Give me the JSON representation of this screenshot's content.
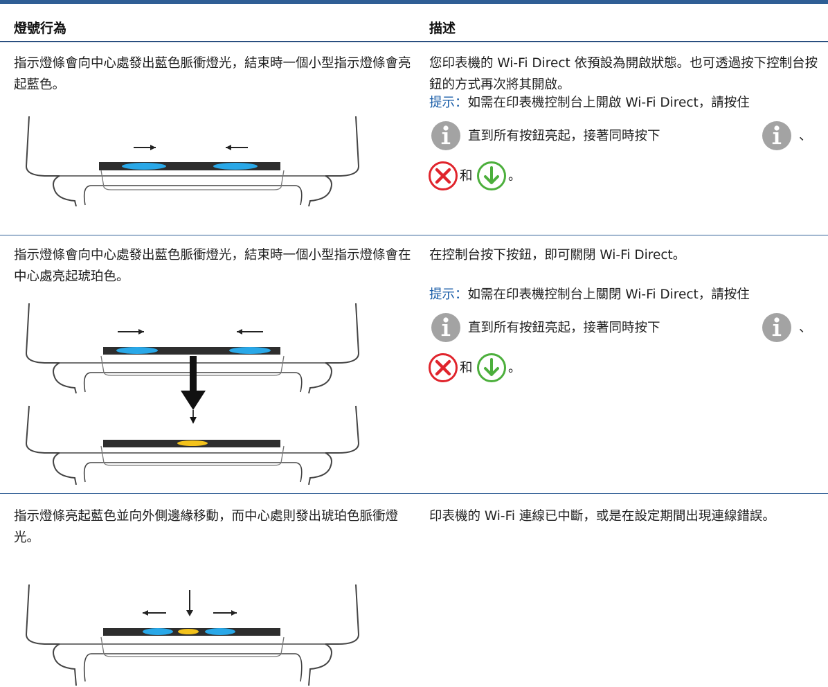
{
  "table": {
    "header_left": "燈號行為",
    "header_right": "描述"
  },
  "rows": [
    {
      "behavior": "指示燈條會向中心處發出藍色脈衝燈光，結束時一個小型指示燈條會亮起藍色。",
      "description": "您印表機的 Wi-Fi Direct 依預設為開啟狀態。也可透過按下控制台按鈕的方式再次將其開啟。",
      "tip_label": "提示：",
      "tip_text": "如需在印表機控制台上開啟 Wi-Fi Direct，請按住",
      "tip_mid": "直到所有按鈕亮起，接著同時按下",
      "tip_comma": "、",
      "tip_and": "和",
      "tip_end": "。"
    },
    {
      "behavior": "指示燈條會向中心處發出藍色脈衝燈光，結束時一個小型指示燈條會在中心處亮起琥珀色。",
      "description": "在控制台按下按鈕，即可關閉 Wi-Fi Direct。",
      "tip_label": "提示：",
      "tip_text": "如需在印表機控制台上關閉 Wi-Fi Direct，請按住",
      "tip_mid": "直到所有按鈕亮起，接著同時按下",
      "tip_comma": "、",
      "tip_and": "和",
      "tip_end": "。"
    },
    {
      "behavior": "指示燈條亮起藍色並向外側邊緣移動，而中心處則發出琥珀色脈衝燈光。",
      "description": "印表機的 Wi-Fi 連線已中斷，或是在設定期間出現連線錯誤。"
    }
  ],
  "icons": {
    "info": "info-icon",
    "cancel": "cancel-icon",
    "resume": "resume-arrow-icon"
  },
  "colors": {
    "header_rule": "#2f5e95",
    "tip_label": "#1b5ea8",
    "light_blue": "#29a8e8",
    "light_amber": "#f3c21b",
    "info_icon": "#9a9a9a",
    "cancel_icon": "#e0242c",
    "resume_icon": "#4caf3c"
  }
}
